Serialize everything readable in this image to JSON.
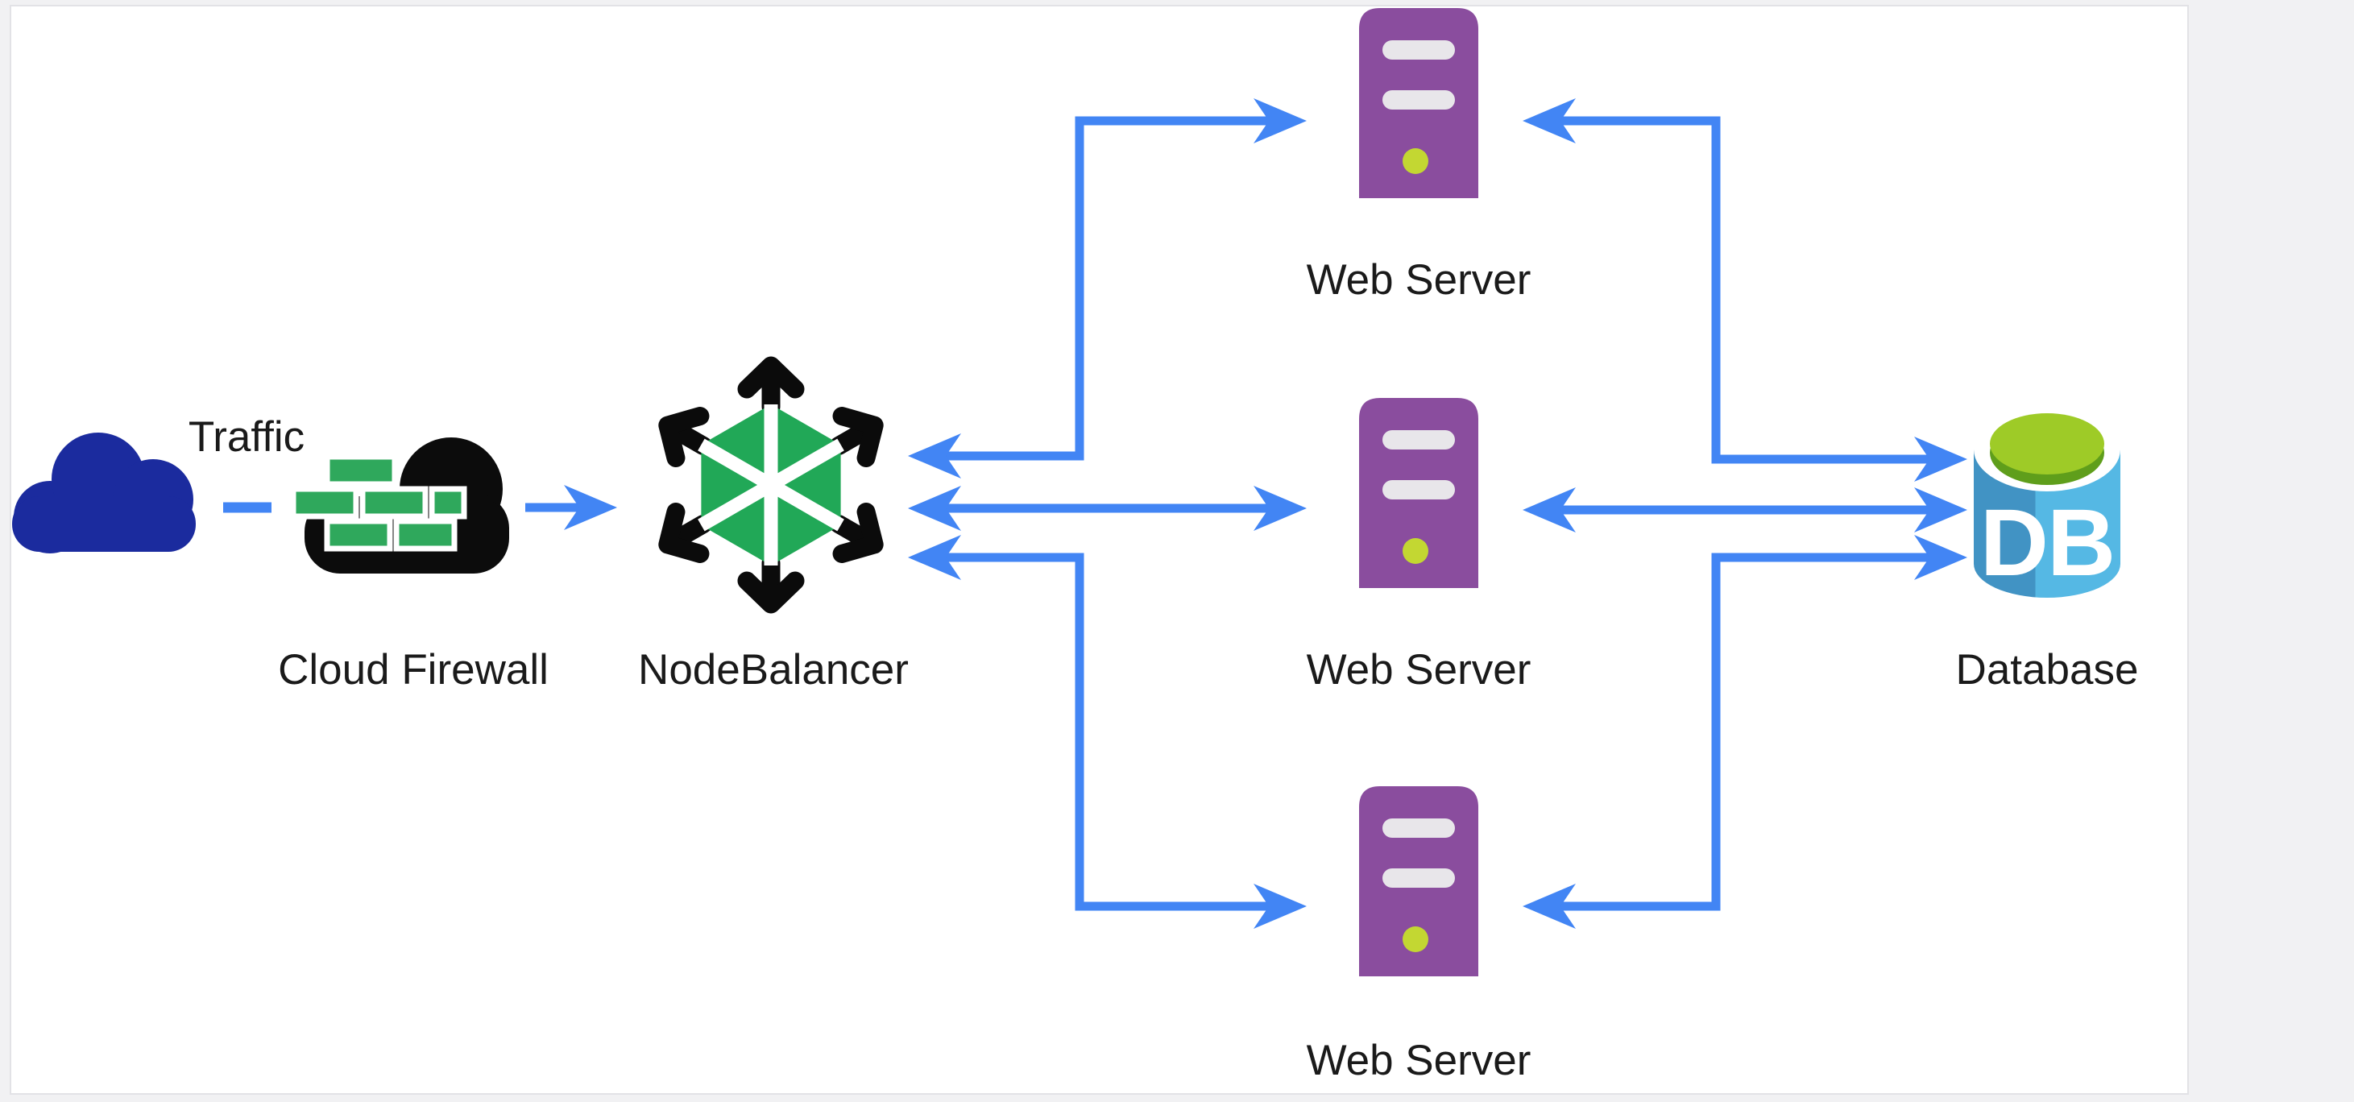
{
  "page": {
    "background_color": "#f1f1f3",
    "canvas_background_color": "#ffffff"
  },
  "diagram": {
    "arrow_color": "#4285f4",
    "label_color": "#1a1a1a",
    "nodes": [
      {
        "id": "traffic",
        "label": "Traffic",
        "icon": "cloud-icon",
        "color": "#1b2b9e"
      },
      {
        "id": "cloud-firewall",
        "label": "Cloud Firewall",
        "icon": "firewall-cloud-icon",
        "colors": {
          "cloud": "#0c0c0c",
          "brick": "#2fa85c",
          "mortar": "#ffffff"
        }
      },
      {
        "id": "nodebalancer",
        "label": "NodeBalancer",
        "icon": "nodebalancer-hexagon-icon",
        "colors": {
          "hexagon": "#21a857",
          "stripes": "#ffffff",
          "arrows": "#0b0b0b"
        }
      },
      {
        "id": "web-server-1",
        "label": "Web Server",
        "icon": "server-tower-icon",
        "colors": {
          "body": "#8a4d9e",
          "slot": "#e8e6ea",
          "led": "#c3d732"
        }
      },
      {
        "id": "web-server-2",
        "label": "Web Server",
        "icon": "server-tower-icon",
        "colors": {
          "body": "#8a4d9e",
          "slot": "#e8e6ea",
          "led": "#c3d732"
        }
      },
      {
        "id": "web-server-3",
        "label": "Web Server",
        "icon": "server-tower-icon",
        "colors": {
          "body": "#8a4d9e",
          "slot": "#e8e6ea",
          "led": "#c3d732"
        }
      },
      {
        "id": "database",
        "label": "Database",
        "icon": "database-cylinder-icon",
        "icon_text": "DB",
        "colors": {
          "body_left": "#4193c4",
          "body_right": "#55b8e4",
          "rim": "#ffffff",
          "top": "#9ecb27",
          "top_shadow": "#5f9e1b",
          "text": "#ffffff"
        }
      }
    ],
    "edges": [
      {
        "from": "traffic",
        "to": "cloud-firewall",
        "style": "dashed",
        "direction": "none"
      },
      {
        "from": "cloud-firewall",
        "to": "nodebalancer",
        "style": "solid",
        "direction": "forward"
      },
      {
        "from": "nodebalancer",
        "to": "web-server-1",
        "style": "solid",
        "direction": "both"
      },
      {
        "from": "nodebalancer",
        "to": "web-server-2",
        "style": "solid",
        "direction": "both"
      },
      {
        "from": "nodebalancer",
        "to": "web-server-3",
        "style": "solid",
        "direction": "both"
      },
      {
        "from": "web-server-1",
        "to": "database",
        "style": "solid",
        "direction": "both"
      },
      {
        "from": "web-server-2",
        "to": "database",
        "style": "solid",
        "direction": "both"
      },
      {
        "from": "web-server-3",
        "to": "database",
        "style": "solid",
        "direction": "both"
      }
    ]
  }
}
